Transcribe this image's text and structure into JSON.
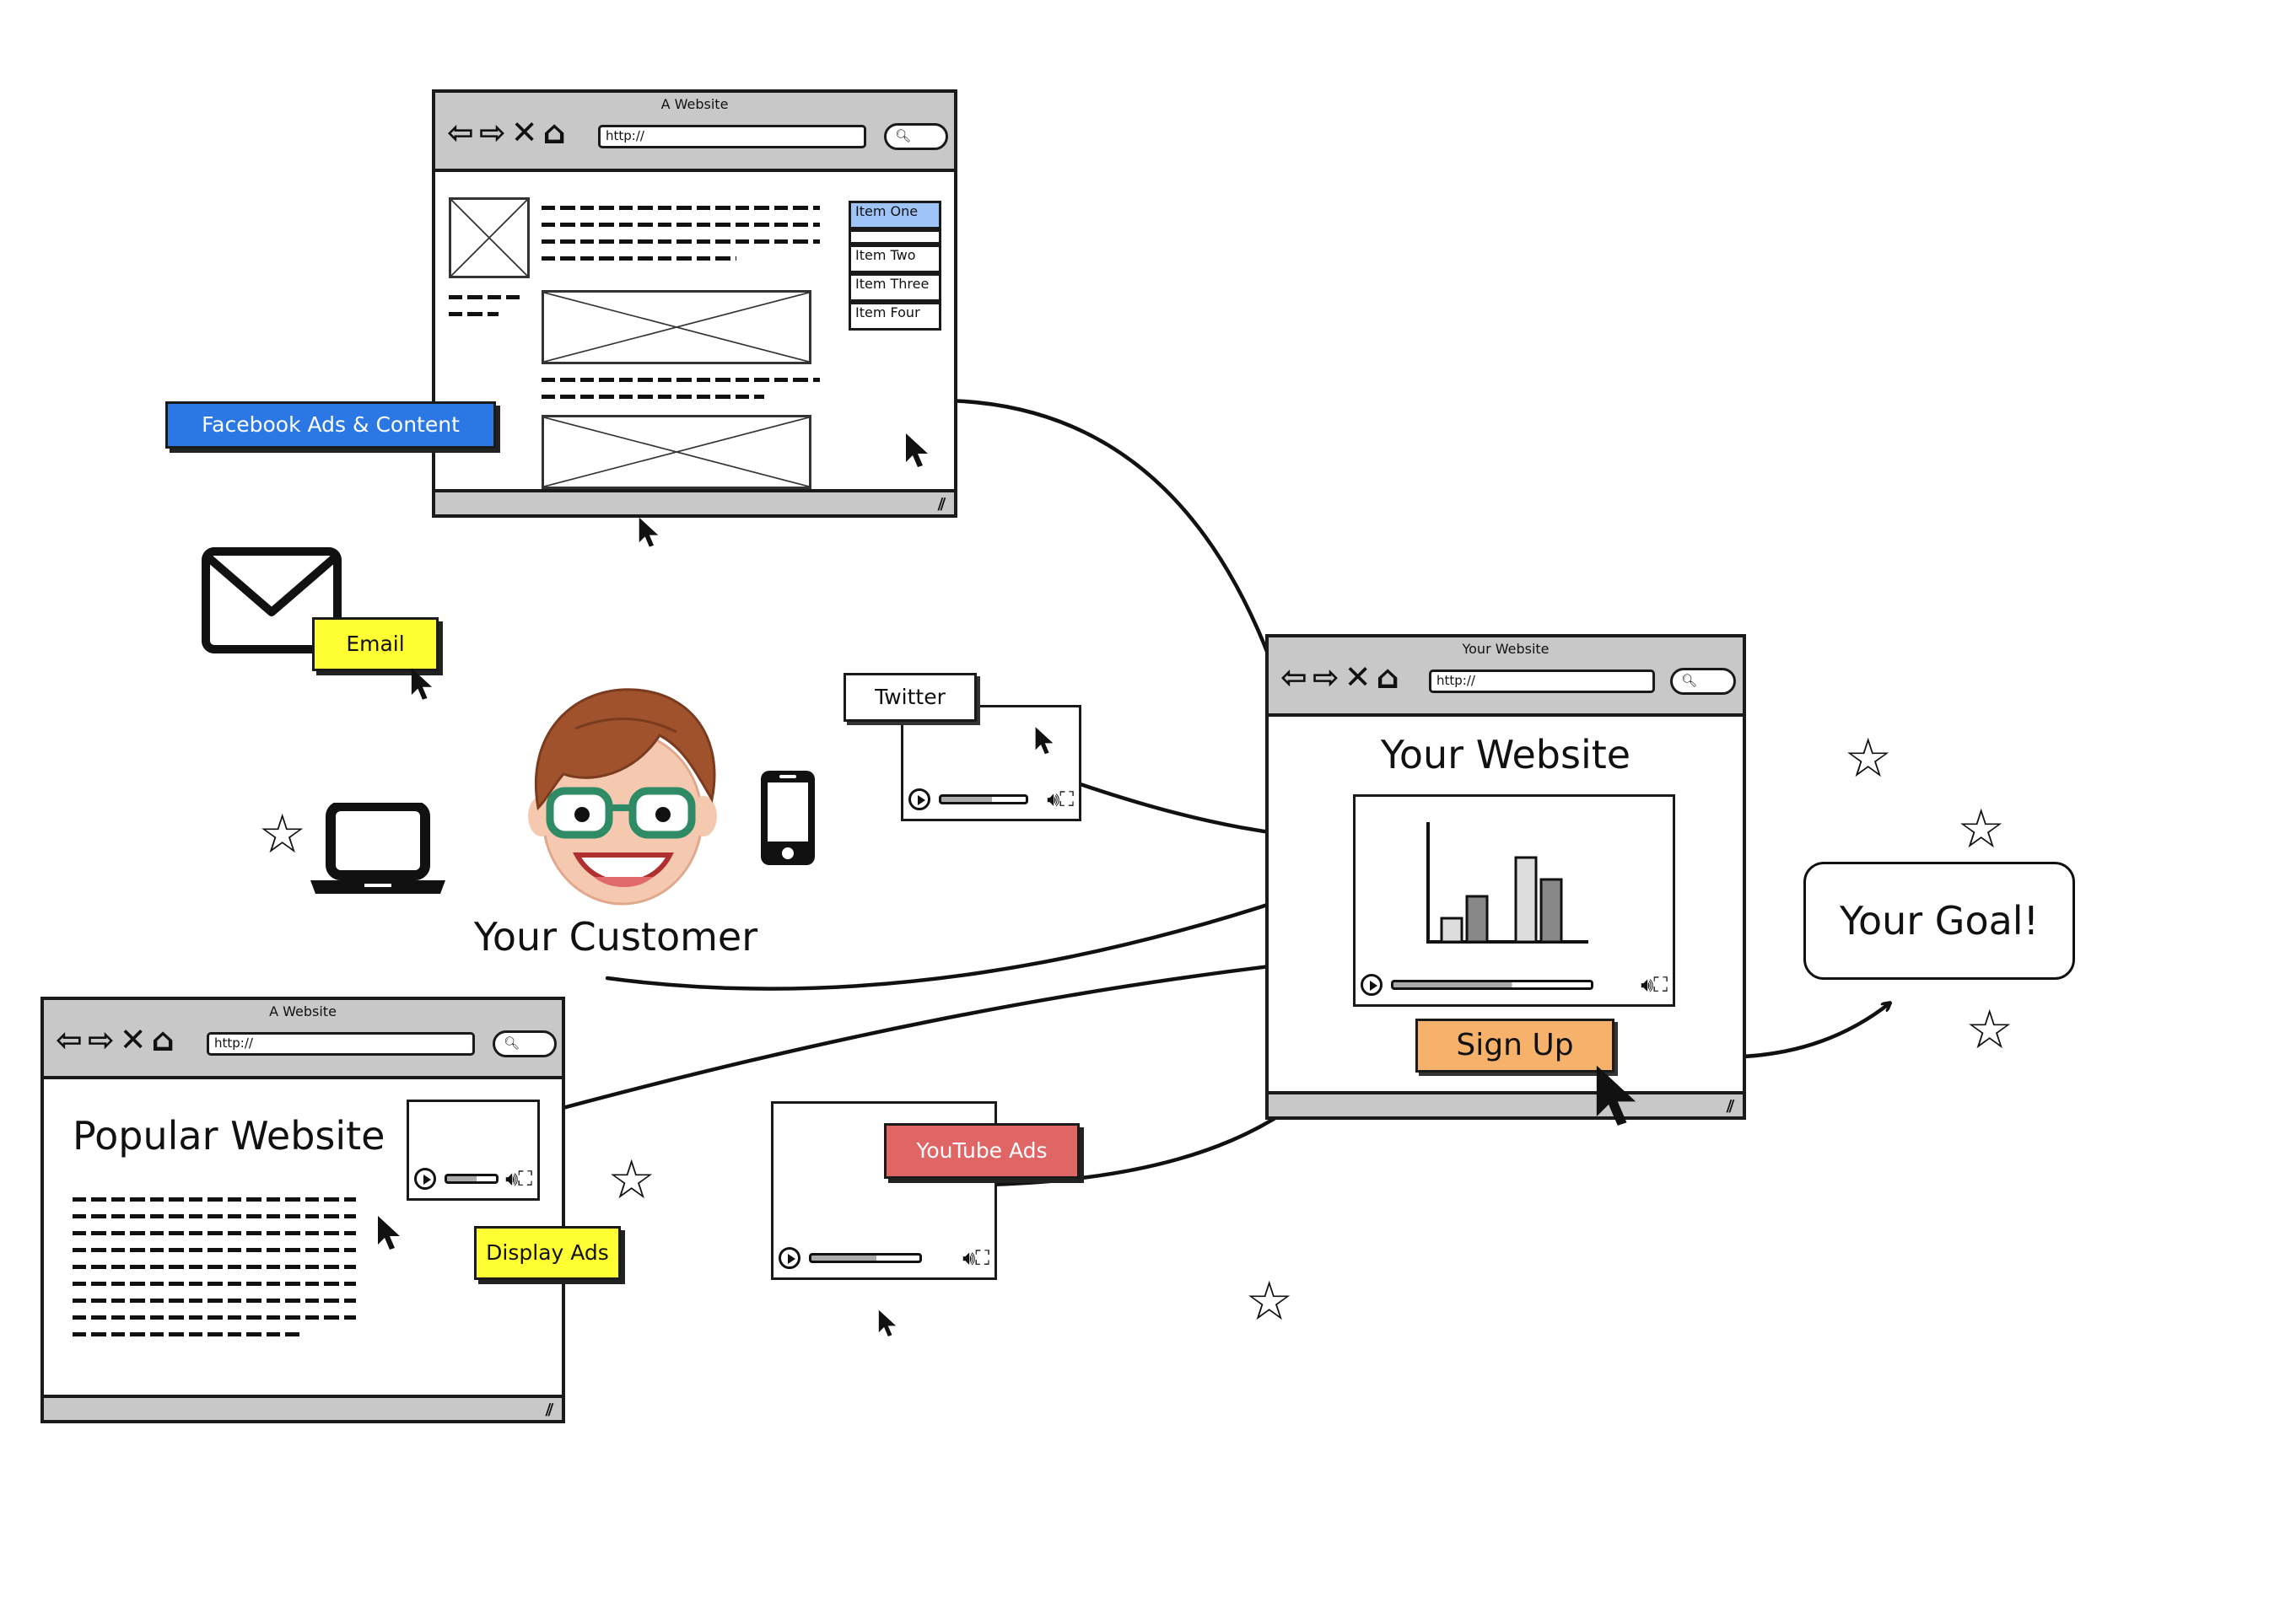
{
  "browser_common": {
    "url": "http://"
  },
  "facebook_site": {
    "title": "A Website",
    "list_items": [
      "Item One",
      "Item Two",
      "Item Three",
      "Item Four"
    ],
    "label": "Facebook Ads & Content"
  },
  "email": {
    "label": "Email"
  },
  "twitter": {
    "label": "Twitter"
  },
  "customer": {
    "label": "Your Customer"
  },
  "popular_site": {
    "title": "A Website",
    "heading": "Popular Website",
    "display_ads_label": "Display Ads"
  },
  "youtube": {
    "label": "YouTube Ads"
  },
  "your_site": {
    "title": "Your Website",
    "heading": "Your Website",
    "signup_label": "Sign Up"
  },
  "goal": {
    "label": "Your Goal!"
  },
  "colors": {
    "facebook_blue": "#2b78e4",
    "email_yellow": "#ffff33",
    "display_yellow": "#ffff33",
    "youtube_red": "#e06666",
    "signup_orange": "#f6b26b",
    "selected_item_blue": "#9fc5f8"
  },
  "icons": [
    "envelope-icon",
    "laptop-icon",
    "phone-icon",
    "star-icon",
    "cursor-icon",
    "back-arrow-icon",
    "forward-arrow-icon",
    "close-icon",
    "home-icon",
    "search-icon",
    "play-icon",
    "volume-icon",
    "fullscreen-icon"
  ]
}
